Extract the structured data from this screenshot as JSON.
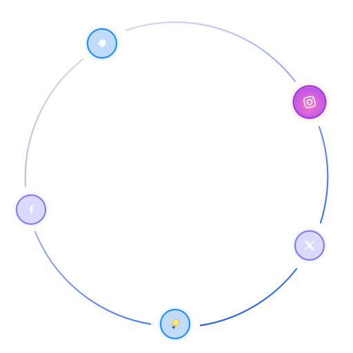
{
  "orbit": {
    "colors": {
      "track_light": "#d3d5ee",
      "track_mid": "#7f98ec",
      "track_dark": "#2a66e6"
    },
    "nodes": [
      {
        "id": "tag",
        "icon": "tag-icon",
        "accent": "#1e86ff"
      },
      {
        "id": "instagram",
        "icon": "instagram-icon",
        "accent": "#c23ad6"
      },
      {
        "id": "x",
        "icon": "x-logo-icon",
        "accent": "#7c78f0"
      },
      {
        "id": "bulb",
        "icon": "lightbulb-icon",
        "accent": "#1e86ff"
      },
      {
        "id": "facebook",
        "icon": "facebook-icon",
        "accent": "#7c78f0"
      }
    ]
  }
}
